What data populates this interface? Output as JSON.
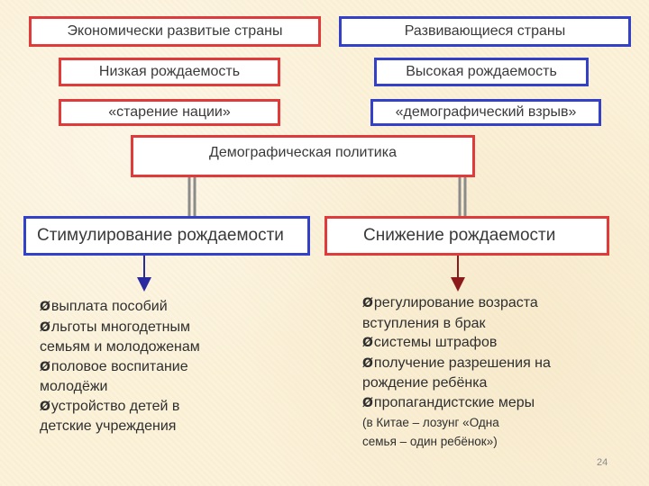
{
  "top_left": {
    "title": "Экономически развитые страны",
    "birth_rate": "Низкая рождаемость",
    "effect": "«старение нации»"
  },
  "top_right": {
    "title": "Развивающиеся страны",
    "birth_rate": "Высокая рождаемость",
    "effect": "«демографический взрыв»"
  },
  "policy": "Демографическая политика",
  "stimulation": {
    "title": "Стимулирование рождаемости",
    "items": [
      {
        "bullet": "Ø",
        "text": "выплата пособий"
      },
      {
        "bullet": "Ø",
        "text": "льготы многодетным семьям и молодоженам"
      },
      {
        "bullet": "Ø",
        "text": "половое воспитание молодёжи"
      },
      {
        "bullet": "Ø",
        "text": "устройство детей в детские учреждения"
      }
    ]
  },
  "reduction": {
    "title": "Снижение рождаемости",
    "items": [
      {
        "bullet": "Ø",
        "text": "регулирование возраста вступления в брак"
      },
      {
        "bullet": "Ø",
        "text": "системы штрафов"
      },
      {
        "bullet": "Ø",
        "text": "получение разрешения на рождение ребёнка"
      },
      {
        "bullet": "Ø",
        "text": "пропагандистские меры"
      }
    ],
    "note": "(в Китае – лозунг «Одна семья – один ребёнок»)"
  },
  "page_number": "24",
  "colors": {
    "red": "#e03a3a",
    "blue": "#3340c8",
    "arrow_red": "#8b1a1a",
    "arrow_blue": "#2a2aa0"
  }
}
